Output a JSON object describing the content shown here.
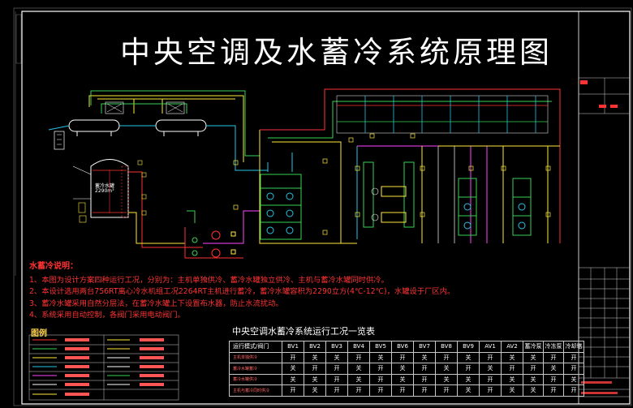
{
  "title": "中央空调及水蓄冷系统原理图",
  "tank_label": "蓄冷水罐",
  "tank_volume": "2290m³",
  "notes": {
    "heading": "水蓄冷说明：",
    "lines": [
      "1、本图为设计方案四种运行工况，分别为：主机单独供冷、蓄冷水罐独立供冷、主机与蓄冷水罐同时供冷。",
      "2、本设计选用两台756RT离心冷水机组工况2264RT主机进行蓄冷，蓄冷水罐容积为2290立方(4℃-12℃)，水罐设于厂区内。",
      "3、蓄冷水罐采用自然分层法，在蓄冷水罐上下设置布水器，防止水流扰动。",
      "4、系统采用自动控制，各阀门采用电动阀门。"
    ]
  },
  "legend_title": "图例",
  "table": {
    "title": "中央空调水蓄冷系统运行工况一览表",
    "headers": [
      "运行模式/阀门",
      "BV1",
      "BV2",
      "BV3",
      "BV4",
      "BV5",
      "BV6",
      "BV7",
      "BV8",
      "BV9",
      "AV1",
      "AV2",
      "蓄冷泵",
      "冷冻泵",
      "冷却塔"
    ],
    "rows": [
      [
        "主机单独供冷",
        "开",
        "关",
        "关",
        "开",
        "关",
        "开",
        "关",
        "开",
        "关",
        "开",
        "关",
        "关",
        "开",
        "开"
      ],
      [
        "蓄冷水罐蓄冷",
        "关",
        "开",
        "开",
        "关",
        "开",
        "关",
        "开",
        "关",
        "开",
        "关",
        "开",
        "开",
        "关",
        "开"
      ],
      [
        "蓄冷水罐供冷",
        "关",
        "关",
        "开",
        "关",
        "开",
        "关",
        "开",
        "关",
        "关",
        "开",
        "关",
        "关",
        "开",
        "关"
      ],
      [
        "主机与蓄冷同时供冷",
        "开",
        "关",
        "开",
        "开",
        "开",
        "开",
        "开",
        "开",
        "关",
        "开",
        "关",
        "关",
        "开",
        "开"
      ]
    ]
  }
}
